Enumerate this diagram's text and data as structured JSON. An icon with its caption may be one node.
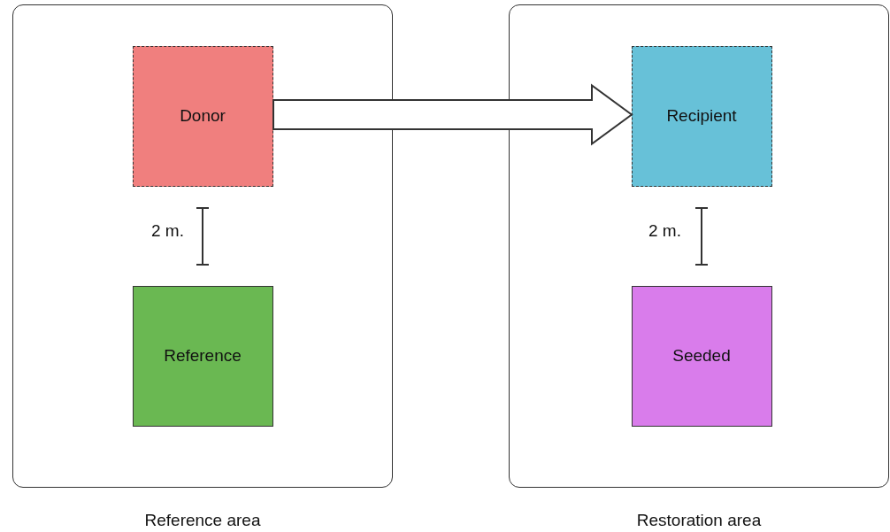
{
  "diagram": {
    "nodes": [
      {
        "text": [
          "Reference area"
        ]
      },
      {
        "text": [
          "Donor"
        ],
        "in": 0
      },
      {
        "text": [
          "Reference"
        ],
        "in": 0
      },
      {
        "text": [
          "Restoration area"
        ]
      },
      {
        "text": [
          "Recipient"
        ],
        "in": 3
      },
      {
        "text": [
          "Seeded"
        ],
        "in": 3
      }
    ],
    "edges": [
      {
        "from": 1,
        "to": 4,
        "arrow": "to",
        "style": "thick"
      }
    ],
    "labels": [
      "2 m.",
      "2 m."
    ]
  }
}
